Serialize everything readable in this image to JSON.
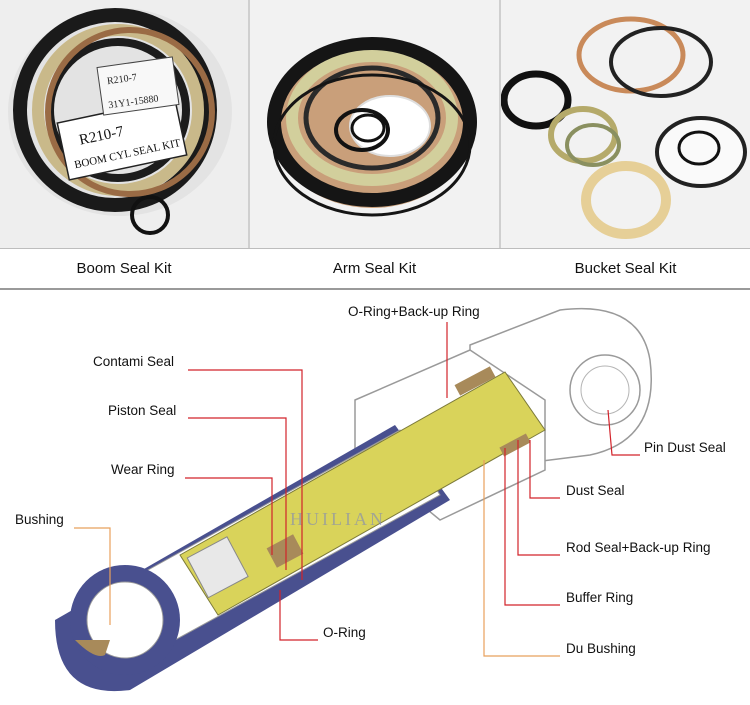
{
  "kits": [
    {
      "caption": "Boom Seal Kit",
      "bag_label_1": "R210-7",
      "bag_label_2": "BOOM CYL SEAL KIT",
      "tag_label_1": "R210-7",
      "tag_label_2": "31Y1-15880"
    },
    {
      "caption": "Arm Seal Kit"
    },
    {
      "caption": "Bucket Seal Kit"
    }
  ],
  "diagram": {
    "watermark": "HUILIAN",
    "labels": [
      "O-Ring+Back-up Ring",
      "Contami Seal",
      "Piston Seal",
      "Wear Ring",
      "Bushing",
      "Pin Dust Seal",
      "Dust Seal",
      "Rod Seal+Back-up Ring",
      "Buffer Ring",
      "O-Ring",
      "Du Bushing"
    ]
  },
  "colors": {
    "barrel": "#49508f",
    "rod": "#d9d35a",
    "accent_tan": "#a88a5a",
    "leader_red": "#d2232a",
    "leader_orange": "#e8a05c"
  }
}
